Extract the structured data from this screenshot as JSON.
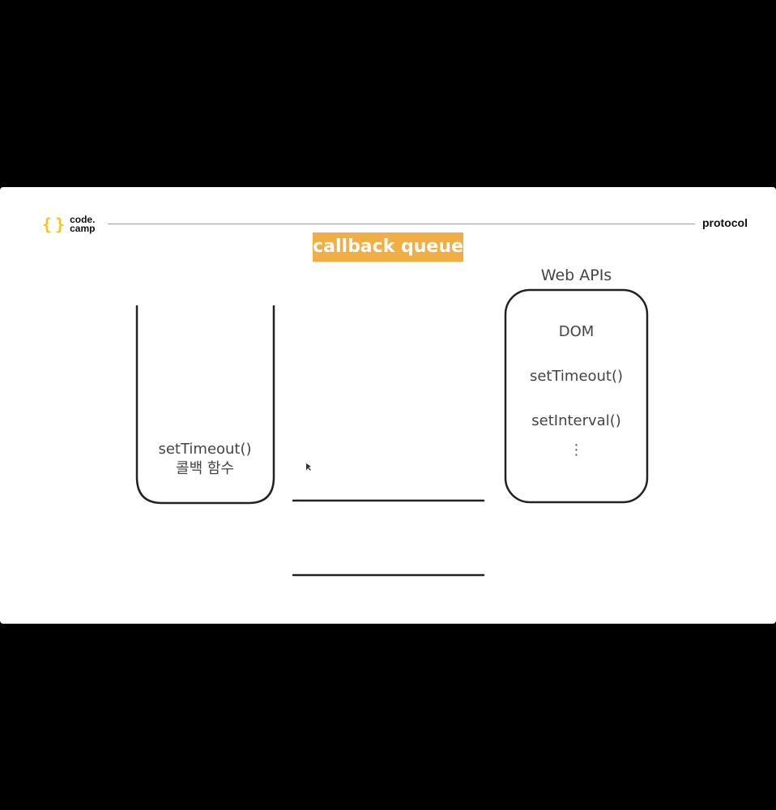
{
  "logo": {
    "line1": "code.",
    "line2": "camp"
  },
  "header": {
    "right_label": "protocol"
  },
  "title": "callback queue",
  "stack": {
    "line1": "setTimeout()",
    "line2": "콜백 함수"
  },
  "web_apis": {
    "title": "Web APIs",
    "items": [
      "DOM",
      "setTimeout()",
      "setInterval()"
    ],
    "more": "⋮"
  },
  "colors": {
    "accent": "#f0ae45",
    "logo": "#f5c518",
    "text": "#444444",
    "background": "#000000"
  }
}
